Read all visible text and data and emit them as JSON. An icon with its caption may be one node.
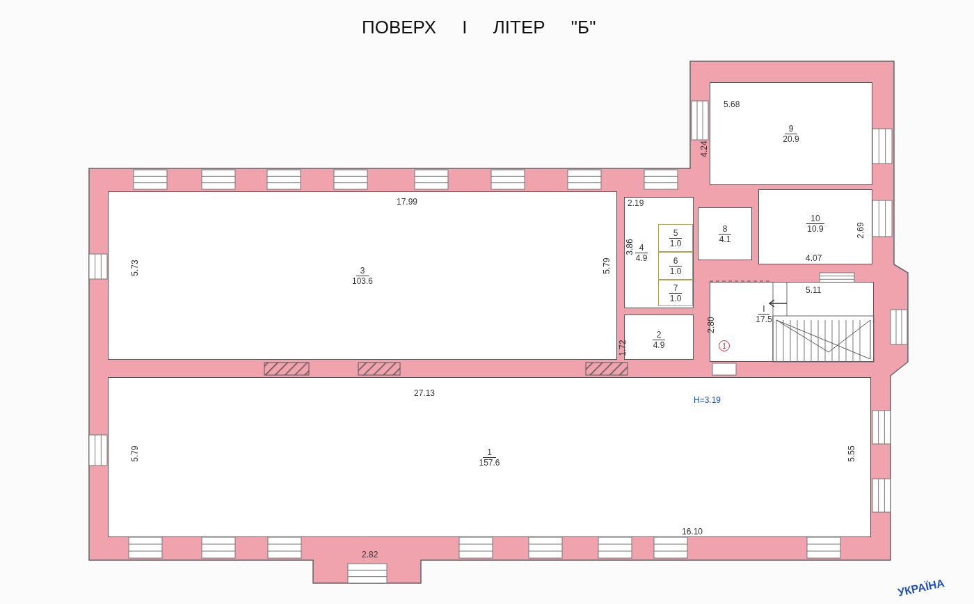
{
  "diagram": {
    "title": "ПОВЕРХ I ЛІТЕР \"Б\"",
    "nodes": [
      {
        "text": [
          "9",
          "20.9"
        ]
      },
      {
        "text": [
          "4",
          "4.9"
        ]
      },
      {
        "text": [
          "5",
          "1.0"
        ],
        "in": 1
      },
      {
        "text": [
          "6",
          "1.0"
        ],
        "in": 1
      },
      {
        "text": [
          "7",
          "1.0"
        ],
        "in": 1
      },
      {
        "text": [
          "8",
          "4.1"
        ]
      },
      {
        "text": [
          "10",
          "10.9"
        ]
      },
      {
        "text": [
          "3",
          "103.6"
        ]
      },
      {
        "text": [
          "2",
          "4.9"
        ]
      },
      {
        "text": [
          "I",
          "17.5"
        ]
      },
      {
        "text": [
          "1",
          "157.6"
        ]
      }
    ],
    "edges": [],
    "labels": [
      "5.68",
      "4.24",
      "17.99",
      "2.19",
      "2.69",
      "3.86",
      "4.07",
      "5.73",
      "5.79",
      "5.11",
      "2.80",
      "1.72",
      "1",
      "27.13",
      "H=3.19",
      "5.79",
      "5.55",
      "16.10",
      "2.82",
      "УКРАЇНА"
    ]
  }
}
